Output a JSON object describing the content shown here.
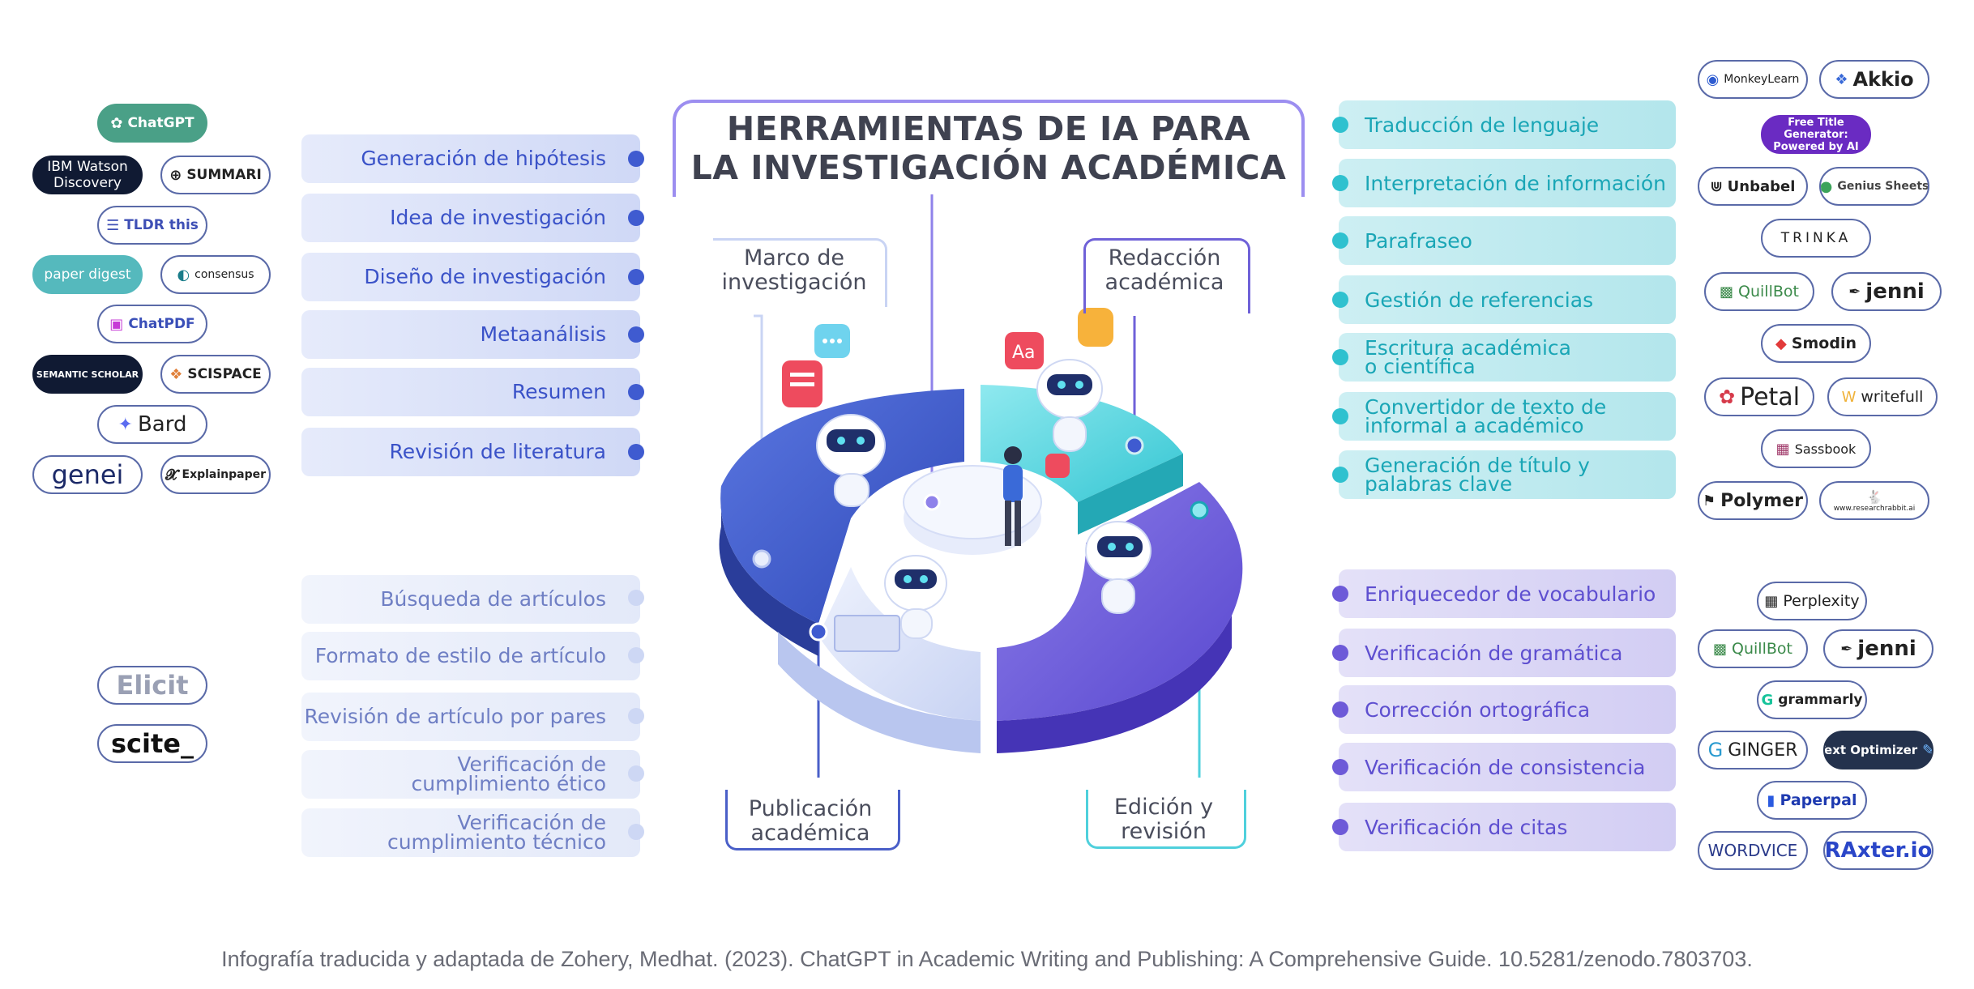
{
  "title_lines": [
    "HERRAMIENTAS DE IA PARA",
    "LA INVESTIGACIÓN ACADÉMICA"
  ],
  "sections": {
    "marco": [
      "Marco de",
      "investigación"
    ],
    "redaccion": [
      "Redacción",
      "académica"
    ],
    "publicacion": [
      "Publicación",
      "académica"
    ],
    "edicion": [
      "Edición y",
      "revisión"
    ]
  },
  "left_upper": [
    "Generación de hipótesis",
    "Idea de investigación",
    "Diseño de investigación",
    "Metaanálisis",
    "Resumen",
    "Revisión de literatura"
  ],
  "left_lower": [
    "Búsqueda de artículos",
    "Formato de estilo de artículo",
    "Revisión de artículo por pares",
    "Verificación de cumplimiento ético",
    "Verificación de cumplimiento técnico"
  ],
  "right_upper": [
    "Traducción de lenguaje",
    "Interpretación de información",
    "Parafraseo",
    "Gestión de referencias",
    "Escritura académica o científica",
    "Convertidor de texto de informal a académico",
    "Generación de título y palabras clave"
  ],
  "right_lower": [
    "Enriquecedor de vocabulario",
    "Verificación de gramática",
    "Corrección ortográfica",
    "Verificación de consistencia",
    "Verificación de citas"
  ],
  "logos_left": {
    "chatgpt": "ChatGPT",
    "ibm": "IBM Watson Discovery",
    "summari": "SUMMARI",
    "tldr": "TLDR this",
    "paperdigest": "paper digest",
    "consensus": "consensus",
    "chatpdf": "ChatPDF",
    "semantic": "SEMANTIC SCHOLAR",
    "scispace": "SCISPACE",
    "bard": "Bard",
    "genei": "genei",
    "explainpaper": "Explainpaper",
    "elicit": "Elicit",
    "scite": "scite_"
  },
  "logos_right": {
    "monkeylearn": "MonkeyLearn",
    "akkio": "Akkio",
    "freetitle": "Free Title Generator: Powered by AI",
    "unbabel": "Unbabel",
    "geniussheets": "Genius Sheets",
    "trinka": "TRINKA",
    "quillbot": "QuillBot",
    "jenni": "jenni",
    "smodin": "Smodin",
    "petal": "Petal",
    "writefull": "writefull",
    "sassbook": "Sassbook",
    "polymer": "Polymer",
    "researchrabbit": "www.researchrabbit.ai",
    "perplexity": "Perplexity",
    "quillbot2": "QuillBot",
    "jenni2": "jenni",
    "grammarly": "grammarly",
    "ginger": "GINGER",
    "textoptimizer": "Text Optimizer",
    "paperpal": "Paperpal",
    "wordvice": "WORDVICE",
    "raxter": "RAxter.io"
  },
  "footer": "Infografía traducida y adaptada de Zohery, Medhat. (2023). ChatGPT in Academic Writing and Publishing: A Comprehensive Guide. 10.5281/zenodo.7803703.",
  "colors": {
    "blue": "#3f5bd0",
    "teal": "#2fc1cf",
    "violet": "#6d5ad8",
    "pale": "#dfe6f9"
  }
}
